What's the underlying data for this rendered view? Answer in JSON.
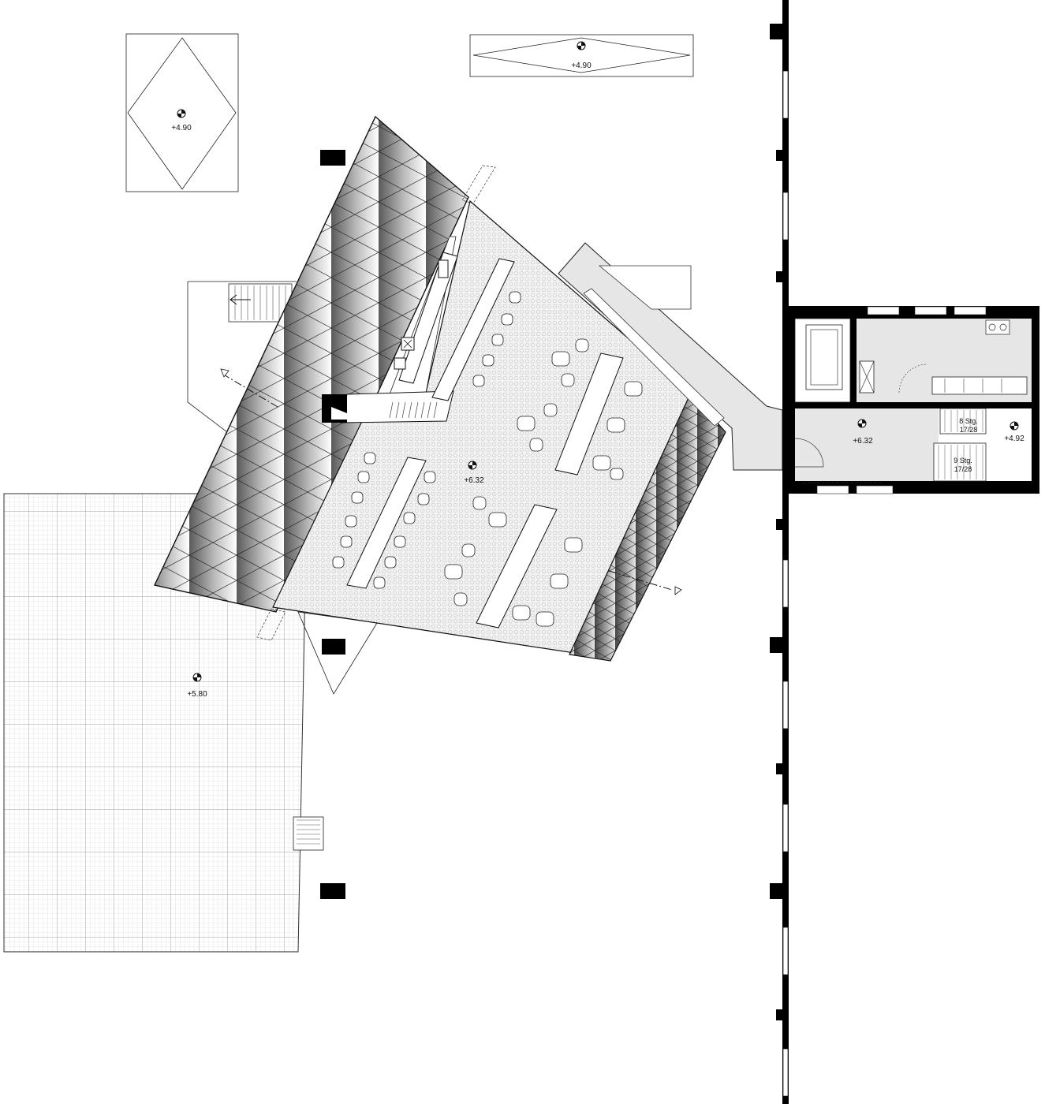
{
  "levels": {
    "roof_left": "+4.90",
    "roof_top": "+4.90",
    "main_floor": "+6.32",
    "annex_hall": "+6.32",
    "annex_right": "+4.92",
    "terrace": "+5.80"
  },
  "stairs": {
    "upper": {
      "steps": "8 Stg.",
      "ratio": "17/28"
    },
    "lower": {
      "steps": "9 Stg.",
      "ratio": "17/28"
    }
  },
  "colors": {
    "line": "#111111",
    "wall": "#000000",
    "floor_grey": "#e6e6e6",
    "terrace_grid": "#c8c8c8"
  },
  "icons": {
    "level_marker": "level-marker-icon",
    "section_arrow": "section-arrow-icon"
  }
}
